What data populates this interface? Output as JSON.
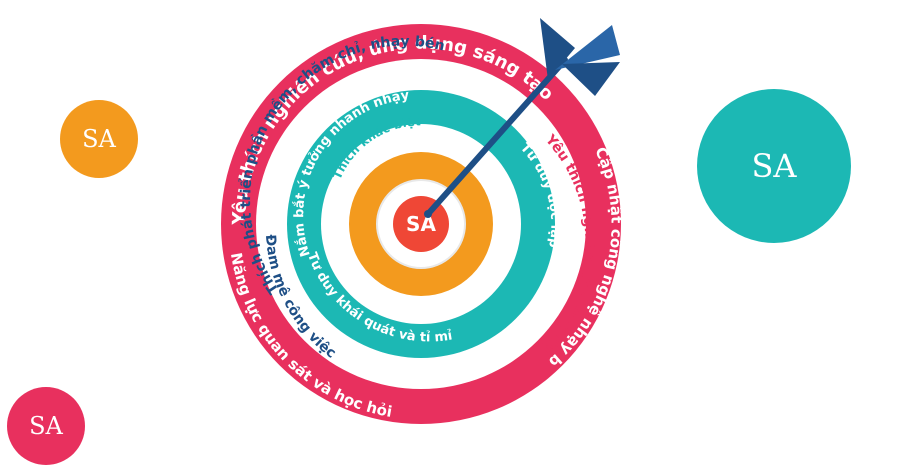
{
  "colors": {
    "orange": "#f39a1e",
    "teal": "#1cb8b4",
    "pink": "#e8305e",
    "navy": "#1e4f86",
    "center_red": "#ef4736"
  },
  "bubbles": {
    "orange": "SA",
    "teal": "SA",
    "pink": "SA"
  },
  "target": {
    "center": "SA",
    "outer_ring": {
      "top": "Yêu thích nghiên cứu, ứng dụng sáng tạo",
      "right": "Cập nhật công nghệ nhạy bén",
      "bottom": "Năng lực quan sát và học hỏi"
    },
    "white_ring": {
      "top": "Thích phát triển phần mềm, chăm chỉ, nhạy bén",
      "right": "Yêu thích nghiên cứu, ứng dụng sáng tạo",
      "bottom": "Đam mê công việc"
    },
    "teal_ring": {
      "top": "Nắm bắt ý tưởng nhanh nhạy",
      "right": "Tư duy độc lập",
      "bottom": "Tư duy khái quát và tỉ mỉ"
    },
    "inner_ring": {
      "top": "Thích khác biệt"
    }
  }
}
